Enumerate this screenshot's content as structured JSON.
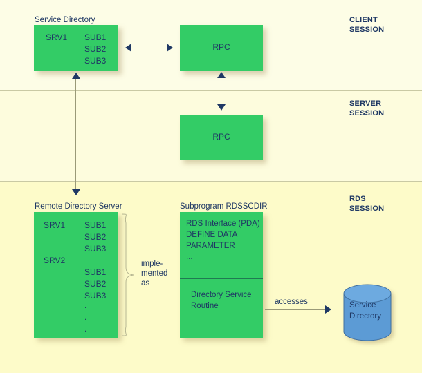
{
  "sessions": [
    {
      "id": "client",
      "label": "CLIENT\nSESSION"
    },
    {
      "id": "server",
      "label": "SERVER\nSESSION"
    },
    {
      "id": "rds",
      "label": "RDS\nSESSION"
    }
  ],
  "captions": {
    "service_directory": "Service Directory",
    "remote_directory_server": "Remote Directory Server",
    "subprogram": "Subprogram RDSSCDIR"
  },
  "boxes": {
    "client_service_directory": {
      "left_column": "SRV1",
      "right_column": "SUB1\nSUB2\nSUB3"
    },
    "client_rpc": {
      "label": "RPC"
    },
    "server_rpc": {
      "label": "RPC"
    },
    "remote_directory_server": {
      "column_servers": "SRV1\n\n\nSRV2",
      "column_subprograms": "SUB1\nSUB2\nSUB3\n\nSUB1\nSUB2\nSUB3",
      "ellipsis": ".\n.\n."
    },
    "subprogram_rdsscdir": {
      "top_section": "RDS Interface (PDA)\nDEFINE DATA\n   PARAMETER\n   ...",
      "bottom_section": "Directory Service\nRoutine"
    }
  },
  "database": {
    "label": "Service\nDirectory"
  },
  "edges": {
    "implemented_as": "imple-\nmented\nas",
    "accesses": "accesses"
  },
  "colors": {
    "box_green": "#33cc66",
    "cylinder_blue": "#5b9bd5",
    "text_navy": "#1f3864",
    "band_client": "#fdfde6",
    "band_server": "#fdfcdd",
    "band_rds": "#fdfbc9",
    "rule": "#c9c9a4",
    "connector": "#9a9a78"
  }
}
